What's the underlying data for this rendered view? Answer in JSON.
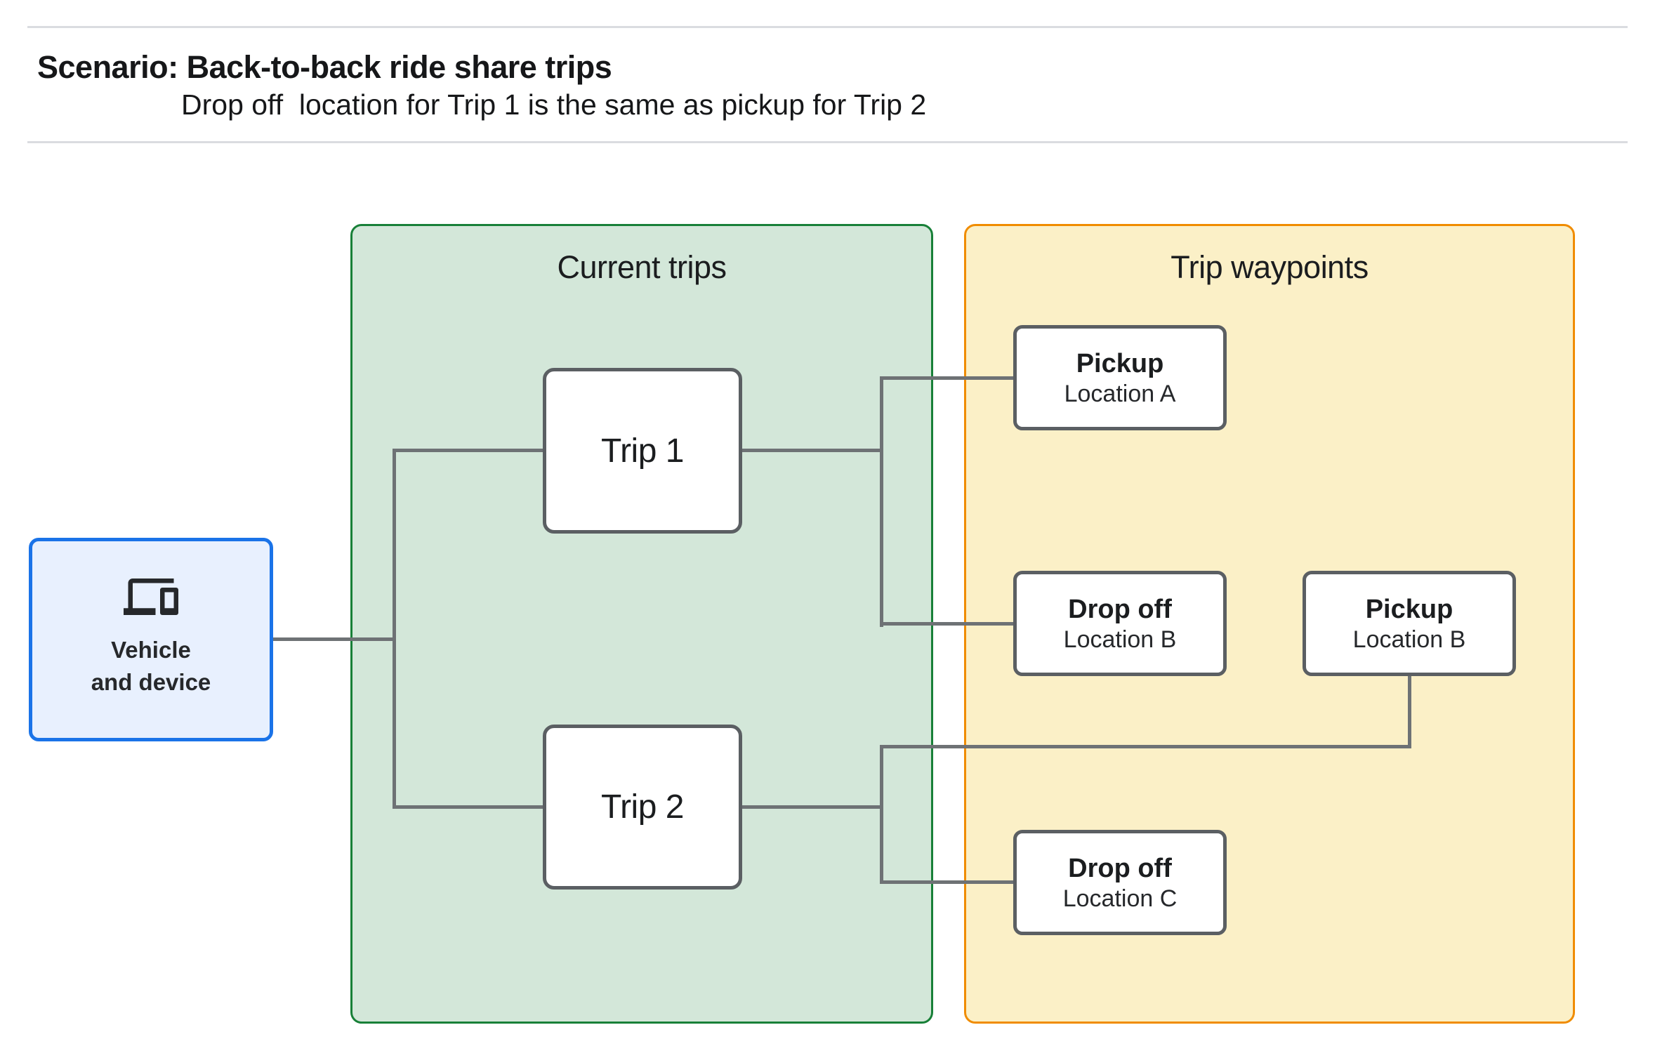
{
  "header": {
    "title": "Scenario: Back-to-back ride share trips",
    "subtitle": "Drop off  location for Trip 1 is the same as pickup for Trip 2"
  },
  "vehicle": {
    "icon": "devices-icon",
    "label_line1": "Vehicle",
    "label_line2": "and device"
  },
  "groups": {
    "current_trips": {
      "label": "Current trips"
    },
    "trip_waypoints": {
      "label": "Trip waypoints"
    }
  },
  "trips": [
    {
      "label": "Trip 1"
    },
    {
      "label": "Trip 2"
    }
  ],
  "waypoints": [
    {
      "title": "Pickup",
      "location": "Location A"
    },
    {
      "title": "Drop off",
      "location": "Location B"
    },
    {
      "title": "Pickup",
      "location": "Location B"
    },
    {
      "title": "Drop off",
      "location": "Location C"
    }
  ],
  "colors": {
    "vehicle_border": "#1a73e8",
    "vehicle_fill": "#e8f0fe",
    "current_trips_border": "#188038",
    "current_trips_fill": "#d3e7d9",
    "trip_waypoints_border": "#f08c00",
    "trip_waypoints_fill": "#fbf0c7",
    "node_border": "#5b5f63",
    "connector": "#6e7275",
    "divider": "#dadce0",
    "text": "#202124"
  }
}
